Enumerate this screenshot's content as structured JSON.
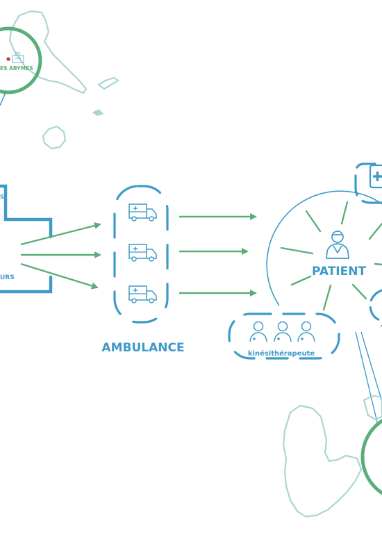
{
  "diagram": {
    "colors": {
      "blue": "#3e9ac7",
      "green": "#5aae79",
      "map_outline": "#a9d6d3",
      "red_dot": "#c0392b"
    },
    "labels": {
      "les_abymes": "ES ABYMES",
      "left_box_top": "S",
      "left_box_bottom": "URS",
      "ambulance": "AMBULANCE",
      "patient": "PATIENT",
      "physio": "kinésithérapeute"
    },
    "icons": {
      "ambulances": [
        "ambulance-icon",
        "ambulance-icon",
        "ambulance-icon"
      ],
      "physios": [
        "physiotherapist-icon",
        "physiotherapist-icon",
        "physiotherapist-icon"
      ],
      "patient": "patient-icon",
      "hospital_cross": "medical-cross-icon",
      "hospital_building": "hospital-building-icon"
    }
  }
}
